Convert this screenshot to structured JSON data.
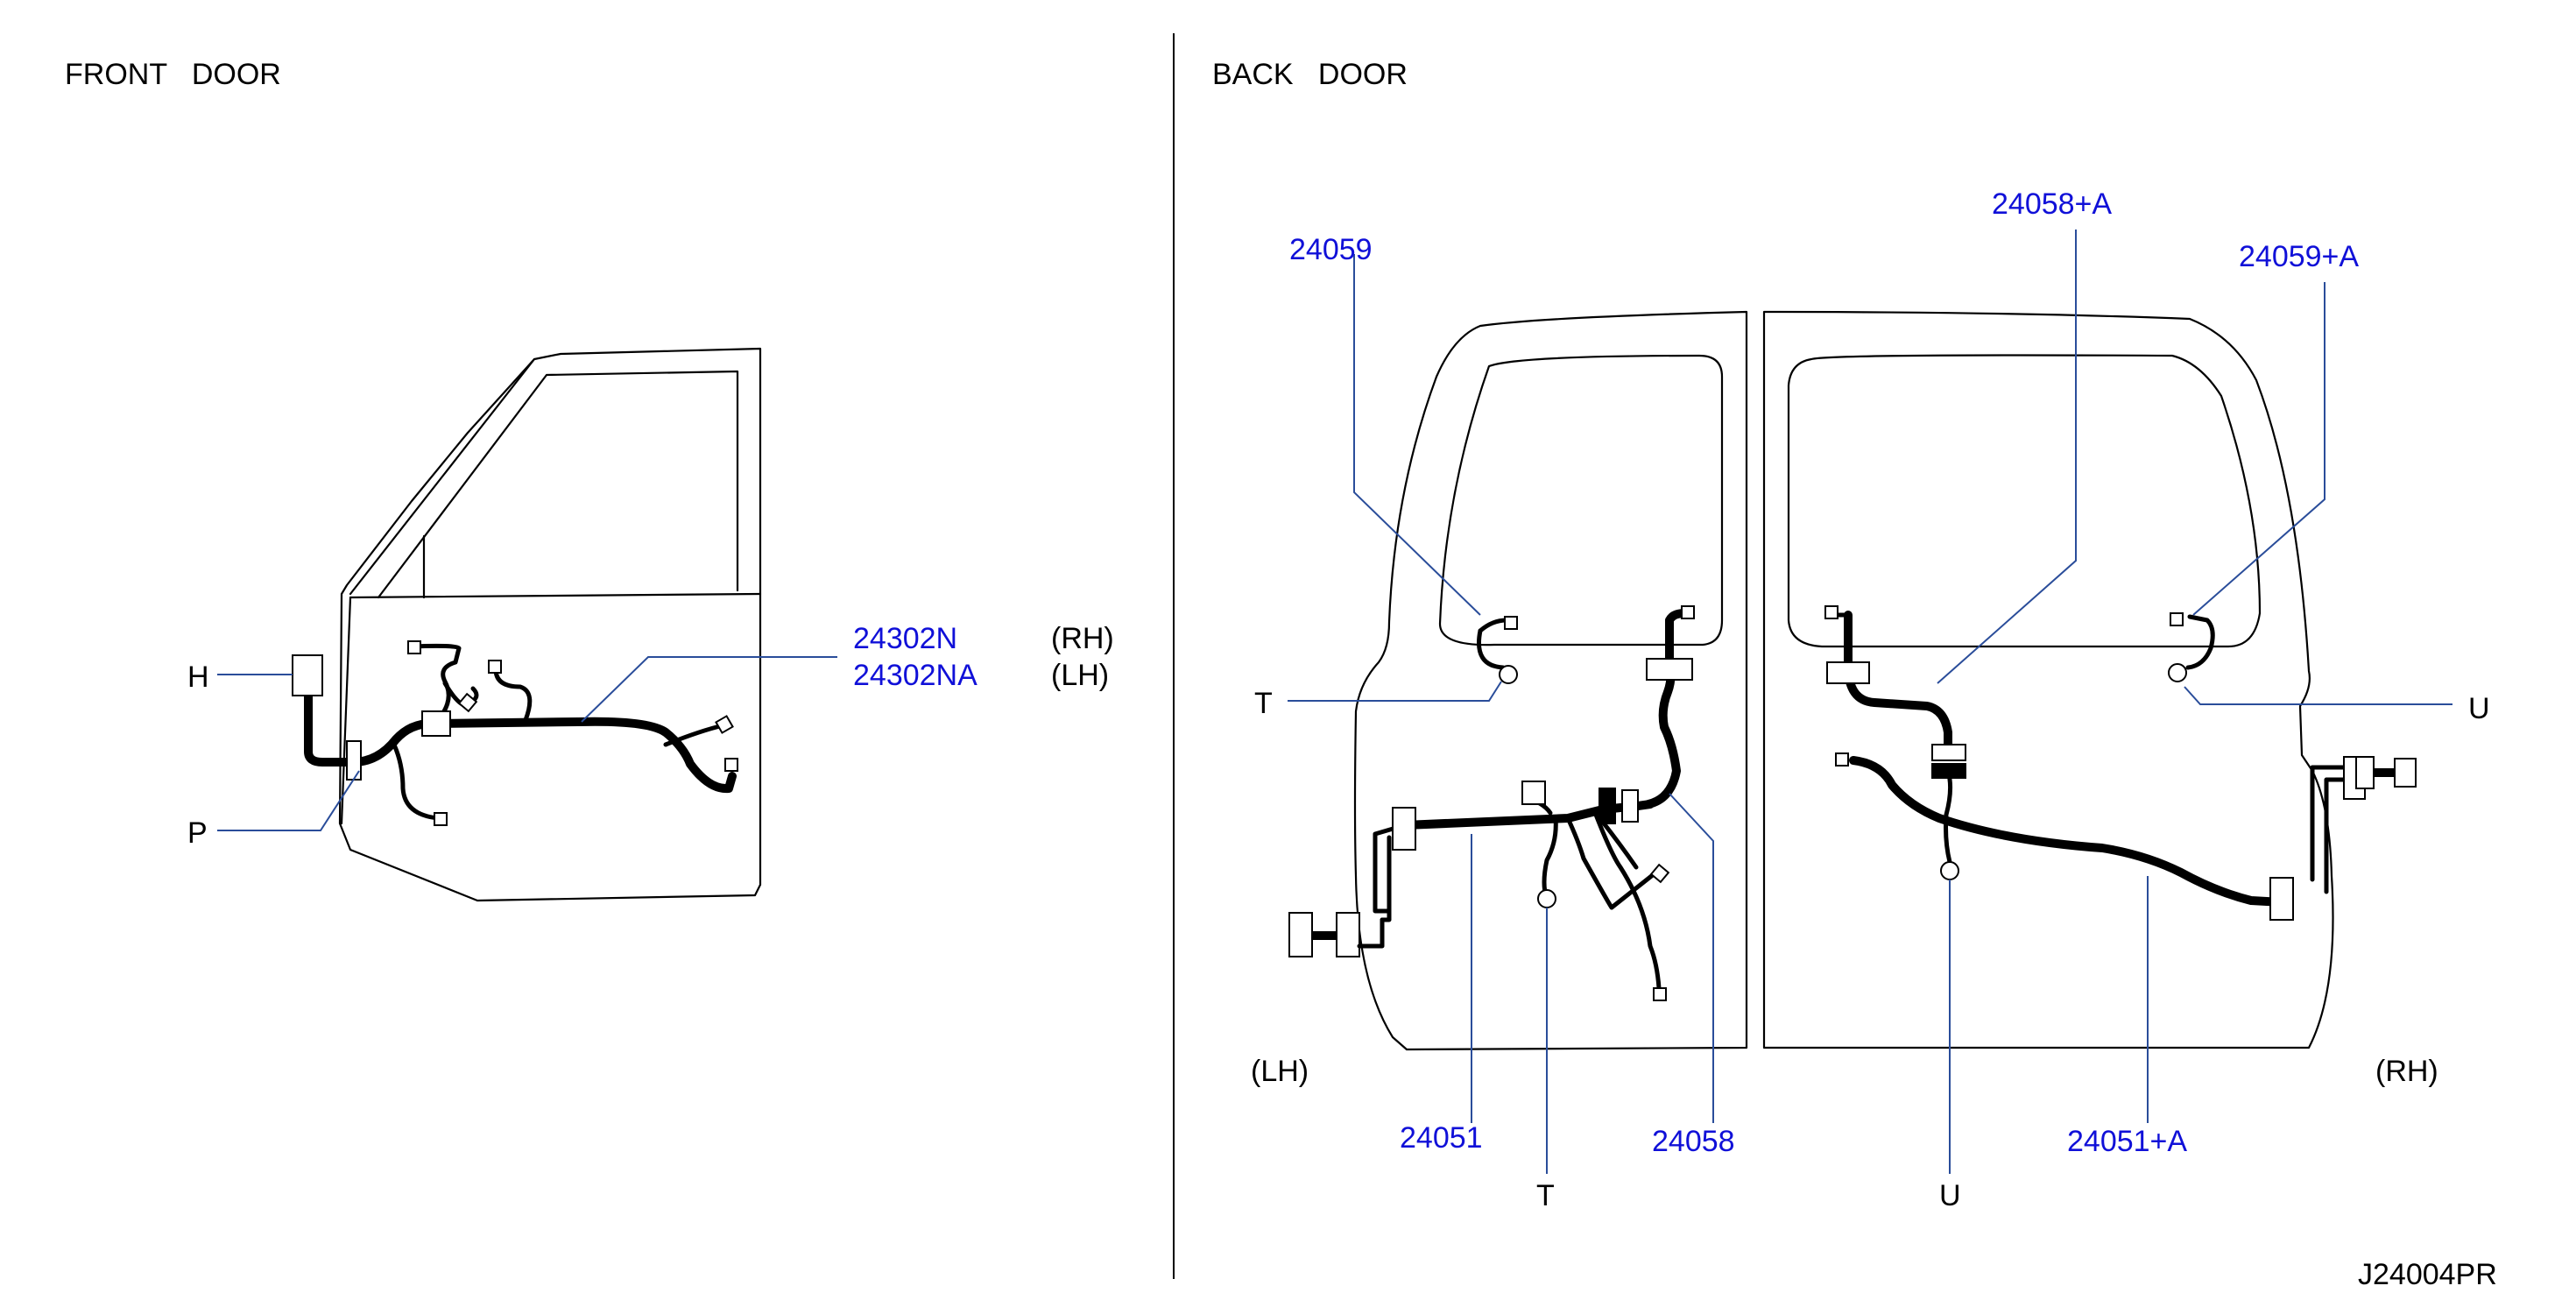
{
  "sections": {
    "front": "FRONT   DOOR",
    "back": "BACK   DOOR"
  },
  "front_door": {
    "part_rh": "24302N",
    "part_lh": "24302NA",
    "side_rh": "(RH)",
    "side_lh": "(LH)",
    "label_h": "H",
    "label_p": "P"
  },
  "back_door": {
    "part_24059": "24059",
    "part_24058a": "24058+A",
    "part_24059a": "24059+A",
    "part_24051": "24051",
    "part_24058": "24058",
    "part_24051a": "24051+A",
    "label_t_left": "T",
    "label_t_bottom": "T",
    "label_u_right": "U",
    "label_u_bottom": "U",
    "side_lh": "(LH)",
    "side_rh": "(RH)"
  },
  "diagram_code": "J24004PR",
  "colors": {
    "part_number": "#1010d8",
    "leader_line": "#2a4d9a",
    "ink": "#000000"
  }
}
